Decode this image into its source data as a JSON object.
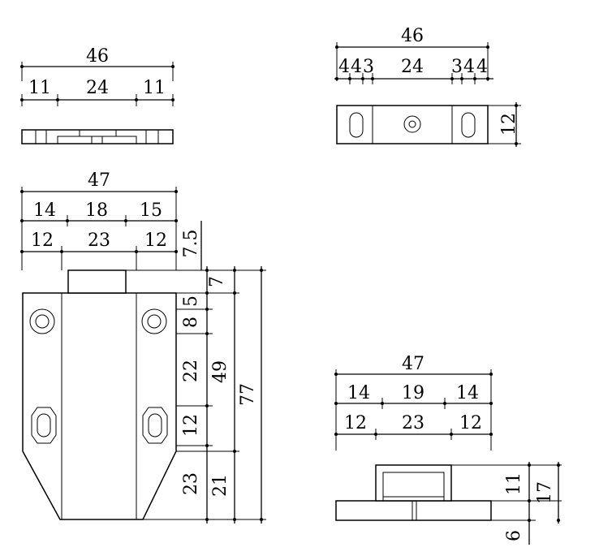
{
  "top_left_view": {
    "overall": "46",
    "segments": [
      "11",
      "24",
      "11"
    ]
  },
  "top_right_view": {
    "overall": "46",
    "segments": [
      "4",
      "4",
      "3",
      "24",
      "3",
      "4",
      "4"
    ],
    "height": "12"
  },
  "main_view": {
    "overall": "47",
    "row1": [
      "14",
      "18",
      "15"
    ],
    "row2": [
      "12",
      "23",
      "12"
    ],
    "offset_top": "7.5",
    "right_chain": [
      "7",
      "5",
      "8",
      "22",
      "12",
      "23"
    ],
    "mid_chain": [
      "49",
      "21"
    ],
    "total_height": "77"
  },
  "side_view": {
    "overall": "47",
    "row1": [
      "14",
      "19",
      "14"
    ],
    "row2": [
      "12",
      "23",
      "12"
    ],
    "heights": [
      "11",
      "17",
      "6"
    ]
  }
}
